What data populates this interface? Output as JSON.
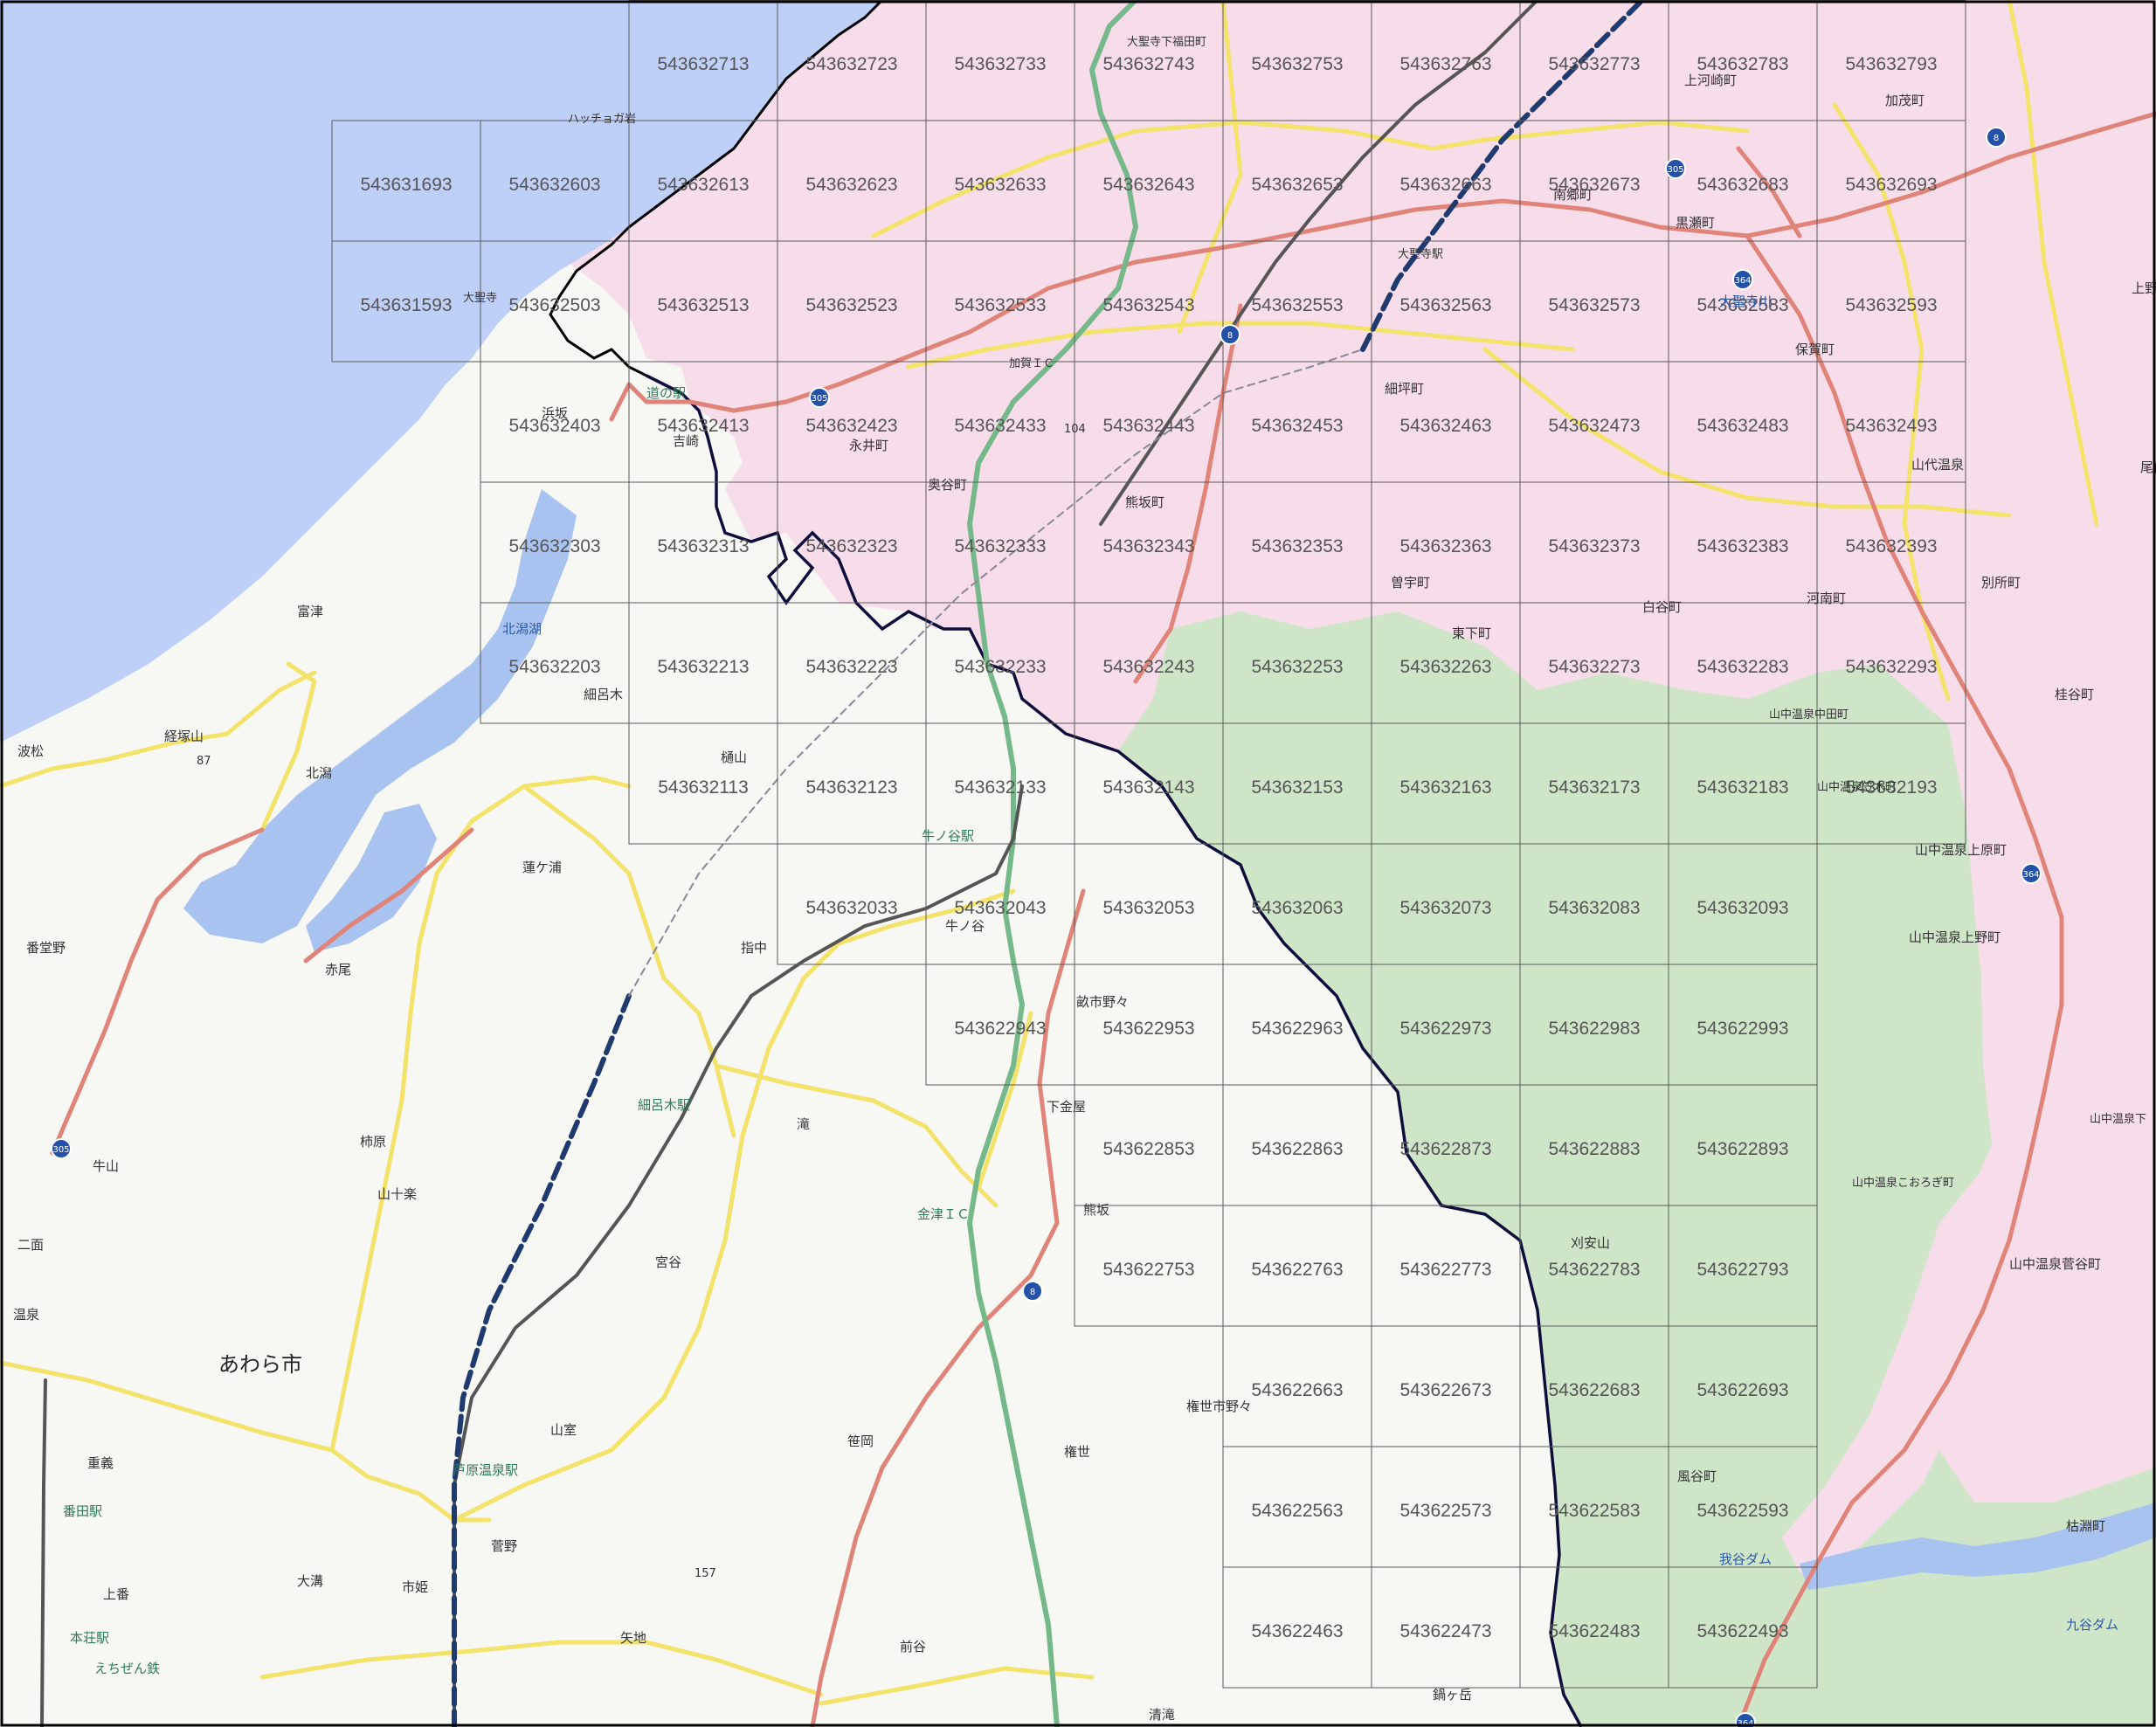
{
  "colors": {
    "sea": "#bfd0f8",
    "lake": "#a9c3f0",
    "pink_area": "#f7dcea",
    "green_area": "#cfe5c8",
    "land": "#f7f7f4",
    "national_road": "#e08378",
    "prefectural_road": "#f3e36a",
    "expressway": "#75b889",
    "railway": "#555555",
    "shinkansen": "#1f3a6e",
    "boundary": "#0e0e3c",
    "grid": "#5a5a5a"
  },
  "mesh_codes": {
    "row_27": [
      "543632713",
      "543632723",
      "543632733",
      "543632743",
      "543632753",
      "543632763",
      "543632773",
      "543632783",
      "543632793"
    ],
    "row_26": [
      "543631693",
      "543632603",
      "543632613",
      "543632623",
      "543632633",
      "543632643",
      "543632653",
      "543632663",
      "543632673",
      "543632683",
      "543632693"
    ],
    "row_25": [
      "543631593",
      "543632503",
      "543632513",
      "543632523",
      "543632533",
      "543632543",
      "543632553",
      "543632563",
      "543632573",
      "543632583",
      "543632593"
    ],
    "row_24": [
      "543632403",
      "543632413",
      "543632423",
      "543632433",
      "543632443",
      "543632453",
      "543632463",
      "543632473",
      "543632483",
      "543632493"
    ],
    "row_23": [
      "543632303",
      "543632313",
      "543632323",
      "543632333",
      "543632343",
      "543632353",
      "543632363",
      "543632373",
      "543632383",
      "543632393"
    ],
    "row_22": [
      "543632203",
      "543632213",
      "543632223",
      "543632233",
      "543632243",
      "543632253",
      "543632263",
      "543632273",
      "543632283",
      "543632293"
    ],
    "row_21": [
      "543632113",
      "543632123",
      "543632133",
      "543632143",
      "543632153",
      "543632163",
      "543632173",
      "543632183",
      "543632193"
    ],
    "row_20": [
      "543632033",
      "543632043",
      "543632053",
      "543632063",
      "543632073",
      "543632083",
      "543632093"
    ],
    "row_19": [
      "543622943",
      "543622953",
      "543622963",
      "543622973",
      "543622983",
      "543622993"
    ],
    "row_18": [
      "543622853",
      "543622863",
      "543622873",
      "543622883",
      "543622893"
    ],
    "row_17": [
      "543622753",
      "543622763",
      "543622773",
      "543622783",
      "543622793"
    ],
    "row_16": [
      "543622663",
      "543622673",
      "543622683",
      "543622693"
    ],
    "row_15": [
      "543622563",
      "543622573",
      "543622583",
      "543622593"
    ],
    "row_14": [
      "543622463",
      "543622473",
      "543622483",
      "543622493"
    ]
  },
  "places": {
    "awara": "あわら市",
    "hamasaka": "浜坂",
    "tomizu": "富津",
    "kitagata_lake": "北潟湖",
    "kitagata": "北潟",
    "hosorogi": "細呂木",
    "hiyama": "樋山",
    "hasugaura": "蓮ケ浦",
    "sashinaka": "指中",
    "akao": "赤尾",
    "bandono": "番堂野",
    "ushinoya_station": "牛ノ谷駅",
    "ushinoya": "牛ノ谷",
    "taki": "滝",
    "hosorogi_station": "細呂木駅",
    "kakihara": "柿原",
    "yamajuraku": "山十楽",
    "ushiyama": "牛山",
    "miyatani": "宮谷",
    "kanazu_ic": "金津ＩＣ",
    "kumasaka": "熊坂",
    "shimokanaya": "下金屋",
    "geta_noonono": "畝市野々",
    "gonze_noonono": "権世市野々",
    "gonze": "権世",
    "sasaoka": "笹岡",
    "maetani": "前谷",
    "yaji": "矢地",
    "yamamuro": "山室",
    "awara_onsen_station": "芦原温泉駅",
    "sugano": "菅野",
    "ichihime": "市姫",
    "omizo": "大溝",
    "shigeyoshi": "重義",
    "bancho_station": "番田駅",
    "uebata": "上番",
    "honsho_station": "本荘駅",
    "echizen_railway": "えちぜん鉄",
    "nihei": "二面",
    "onsen": "温泉",
    "hamamatsu": "波松",
    "kyogamine": "経塚山",
    "hacchoga": "ハッチョガ岩",
    "daishoji": "大聖寺",
    "michinoeki": "道の駅",
    "yoshizaki": "吉崎",
    "nagai": "永井町",
    "kumasaka_machi": "熊坂町",
    "okuyachi": "奥谷町",
    "kaga_ic": "加賀ＩＣ",
    "daishoji_station": "大聖寺駅",
    "daishoji_shimofukuda": "大聖寺下福田町",
    "minamigo": "南郷町",
    "kamikawasaki": "上河崎町",
    "kamo": "加茂町",
    "kurose": "黒瀬町",
    "daishoji_river": "大聖寺川",
    "hokakan": "保賀町",
    "hosotsubo": "細坪町",
    "soumachi": "曽宇町",
    "shiratani": "白谷町",
    "kawaminami": "河南町",
    "yamashiro_onsen": "山代温泉",
    "bessho": "別所町",
    "higashimachi": "東下町",
    "yamanaka_nakata": "山中温泉中田町",
    "yamanaka_sasanoki": "山中温泉笠木町",
    "yamanaka_uwaharacho": "山中温泉上原町",
    "yamanaka_kamino": "山中温泉上野町",
    "yamanaka_koorogi": "山中温泉こおろぎ町",
    "yamanaka_sugatani": "山中温泉菅谷町",
    "yamanaka_shimo": "山中温泉下",
    "katsuratani": "桂谷町",
    "kariyasu": "刈安山",
    "kazatani": "風谷町",
    "wagatani_dam": "我谷ダム",
    "kutani_dam": "九谷ダム",
    "karesebuchi": "枯淵町",
    "tsurugatake": "鍋ヶ岳",
    "kiyotaki": "清滝",
    "kamino": "上野",
    "oya": "尾俣町",
    "h157": "157",
    "h104": "104",
    "h87": "87"
  },
  "route_shields": [
    "305",
    "8",
    "364"
  ]
}
